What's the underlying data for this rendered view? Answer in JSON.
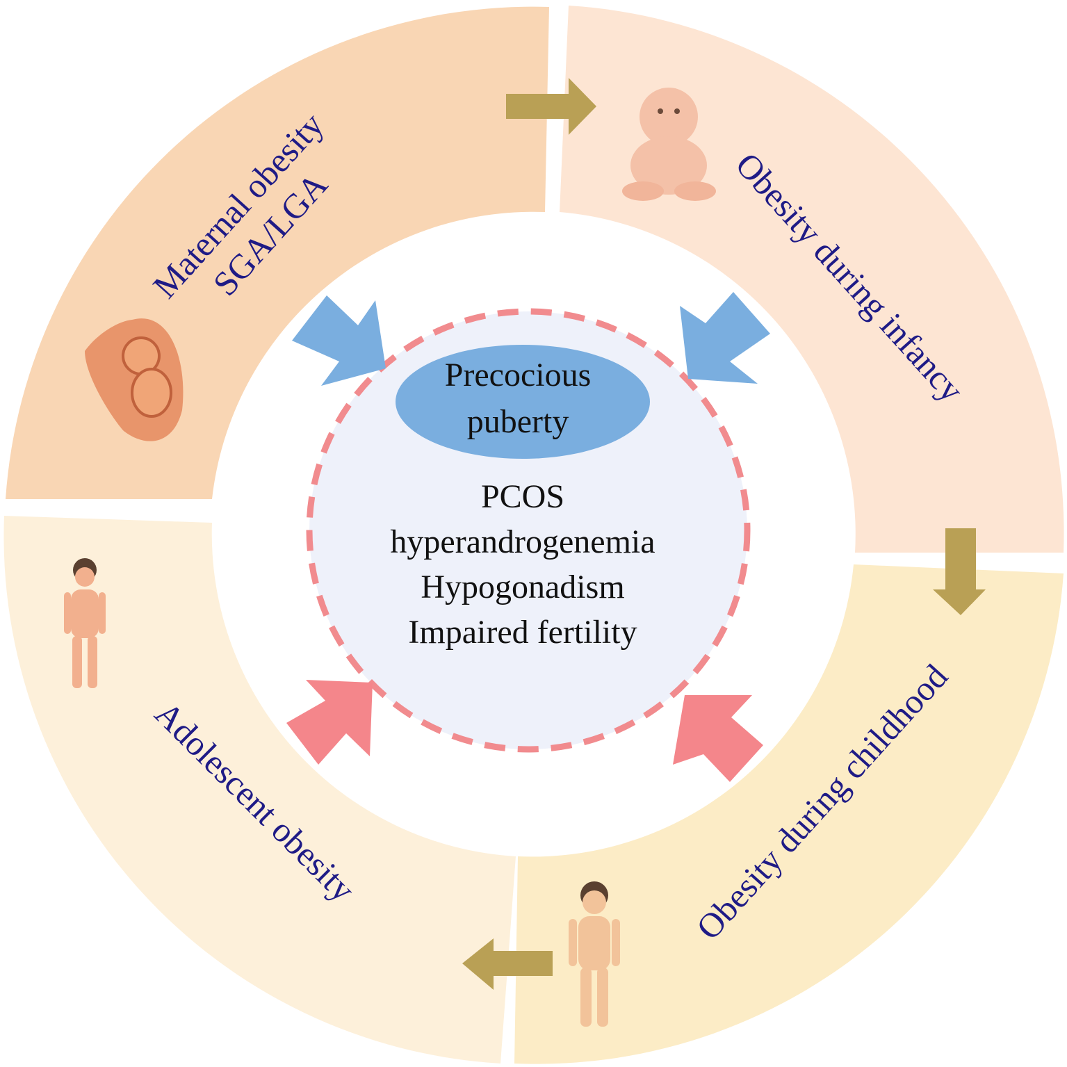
{
  "stages": [
    {
      "id": "maternal",
      "lines": [
        "Maternal obesity",
        "SGA/LGA"
      ],
      "color": "#f9d6b4",
      "icon": "fetus-in-womb-icon"
    },
    {
      "id": "infancy",
      "lines": [
        "Obesity during infancy"
      ],
      "color": "#fde5d3",
      "icon": "infant-icon"
    },
    {
      "id": "childhood",
      "lines": [
        "Obesity during childhood"
      ],
      "color": "#fcecc6",
      "icon": "child-figure-icon"
    },
    {
      "id": "adolescent",
      "lines": [
        "Adolescent obesity"
      ],
      "color": "#fdf0da",
      "icon": "adolescent-figure-icon"
    }
  ],
  "center": {
    "headline_lines": [
      "Precocious",
      "puberty"
    ],
    "outcomes": [
      "PCOS",
      "hyperandrogenemia",
      "Hypogonadism",
      "Impaired fertility"
    ]
  },
  "colors": {
    "label_text": "#1f1b86",
    "center_fill": "#eef1fa",
    "dashed_border": "#f18b8e",
    "ellipse": "#7aaedf",
    "blue_arrows": "#7aaedf",
    "pink_arrows": "#f4868b",
    "progression_arrows": "#b9a055"
  }
}
